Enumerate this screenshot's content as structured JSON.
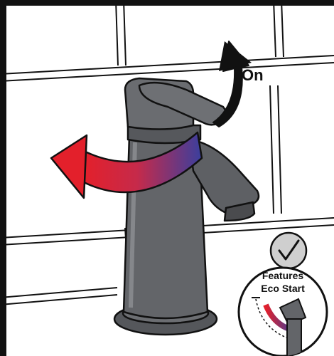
{
  "labels": {
    "on": "On",
    "badge_line1": "Features",
    "badge_line2": "Eco Start"
  },
  "colors": {
    "tile": "#ffffff",
    "grout": "#c7c7c7",
    "tap_body": "#636569",
    "tap_light": "#7a7c80",
    "tap_dark": "#4a4b4e",
    "outline": "#111111",
    "hot": "#e3202b",
    "cold": "#3a3f9e",
    "check_bg": "#cfcfcf"
  },
  "icons": {
    "on_arrow": "curved-up-arrow-icon",
    "swivel_arrow": "hot-cold-swivel-arrow-icon",
    "badge_check": "checkmark-icon"
  }
}
